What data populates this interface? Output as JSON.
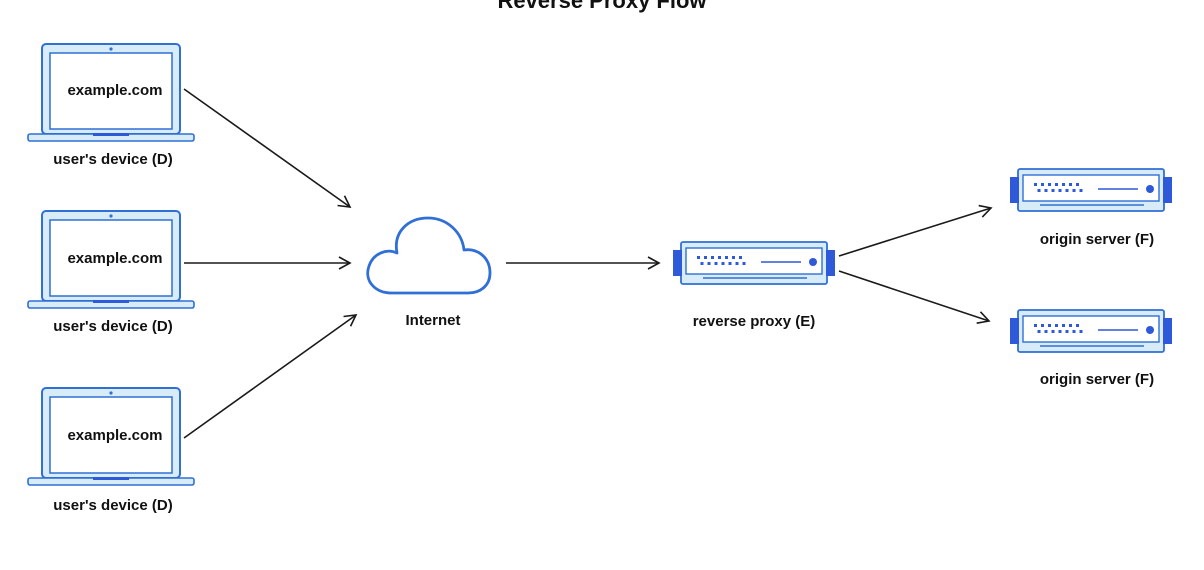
{
  "title": "Reverse Proxy Flow",
  "devices": [
    {
      "screen_text": "example.com",
      "label": "user's device (D)"
    },
    {
      "screen_text": "example.com",
      "label": "user's device (D)"
    },
    {
      "screen_text": "example.com",
      "label": "user's device (D)"
    }
  ],
  "internet": {
    "label": "Internet",
    "icon": "cloud-icon"
  },
  "reverse_proxy": {
    "label": "reverse proxy (E)",
    "icon": "server-icon"
  },
  "origin_servers": [
    {
      "label": "origin server (F)",
      "icon": "server-icon"
    },
    {
      "label": "origin server (F)",
      "icon": "server-icon"
    }
  ],
  "colors": {
    "outline_blue": "#2f6fd6",
    "screen_fill": "#d8ecf8",
    "accent_blue": "#2e59d9",
    "arrow": "#1a1a1a",
    "text": "#111111"
  }
}
